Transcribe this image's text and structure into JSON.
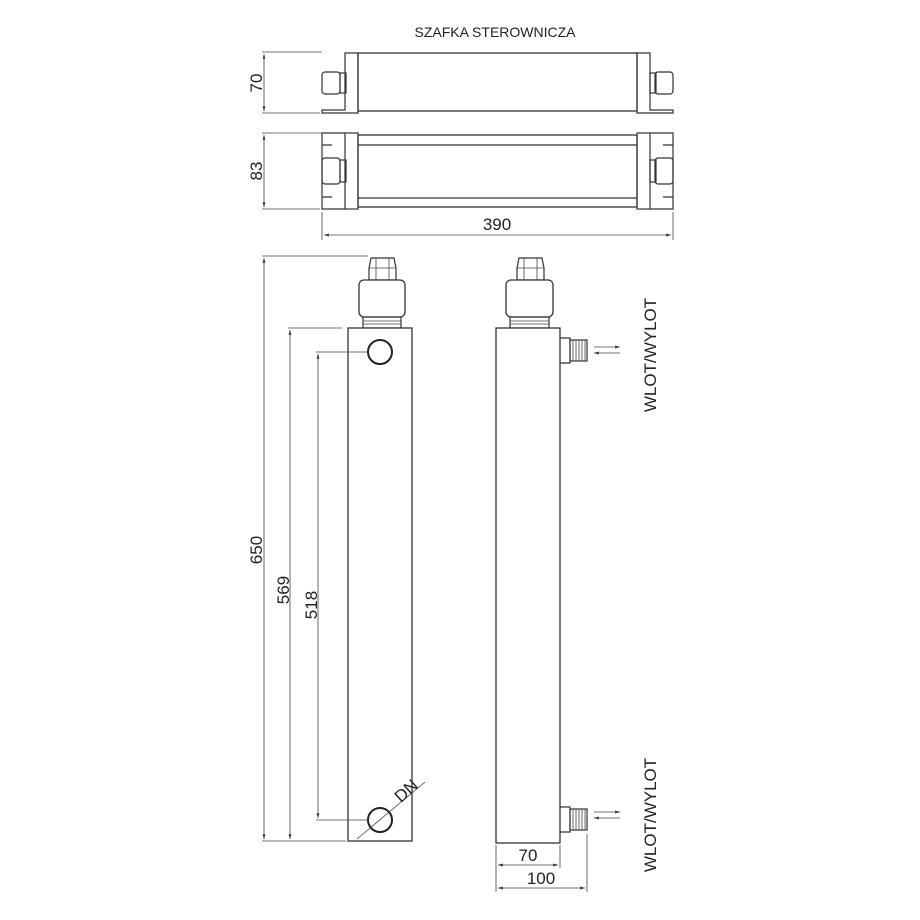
{
  "title": "SZAFKA STEROWNICZA",
  "cabinet": {
    "height_top_view": "70",
    "height_front_view": "83",
    "width": "390"
  },
  "tube": {
    "total_height": "650",
    "body_height": "569",
    "port_spacing": "518",
    "port_diameter": "DN",
    "body_width": "70",
    "total_width": "100",
    "port_label_top": "WLOT/WYLOT",
    "port_label_bottom": "WLOT/WYLOT"
  }
}
